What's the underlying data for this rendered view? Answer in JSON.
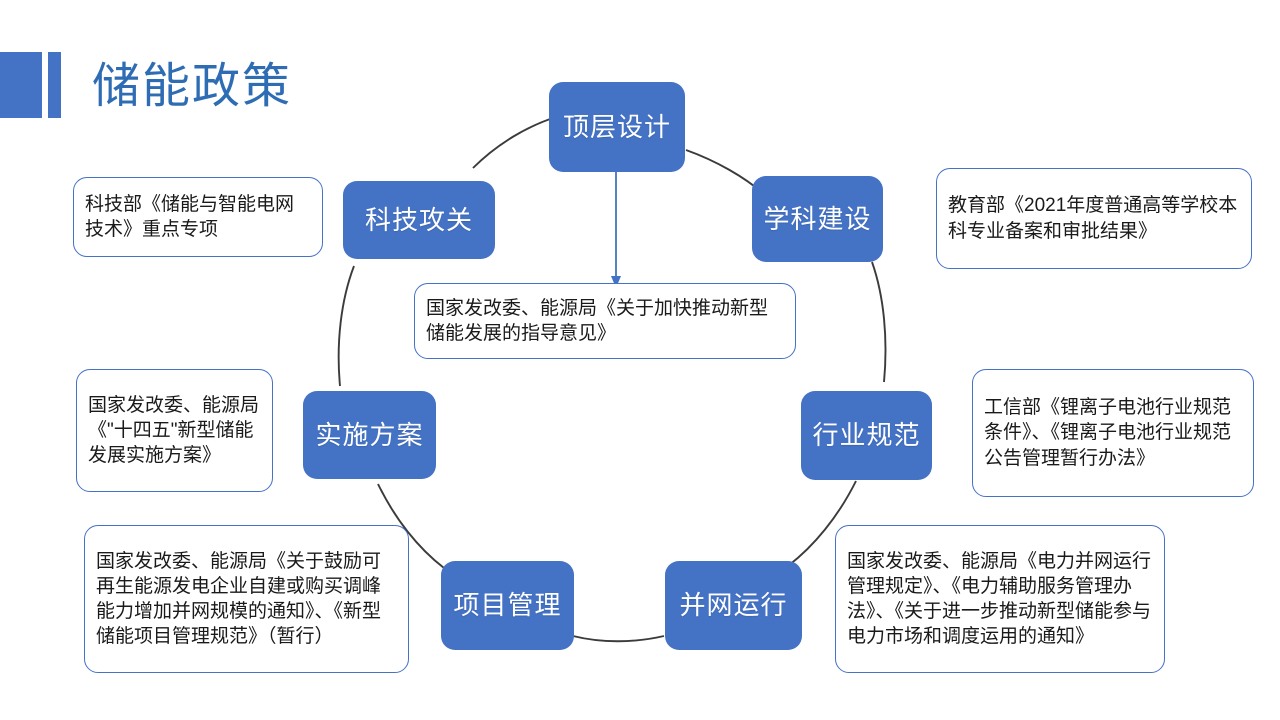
{
  "slide": {
    "title": "储能政策",
    "accent_color": "#4472C4",
    "title_color": "#2E6CB4",
    "background": "#ffffff"
  },
  "diagram": {
    "type": "cycle-diagram",
    "center_note": {
      "text": "国家发改委、能源局《关于加快推动新型储能发展的指导意见》"
    },
    "nodes": [
      {
        "id": "top-level-design",
        "label": "顶层设计"
      },
      {
        "id": "discipline-construction",
        "label": "学科建设"
      },
      {
        "id": "industry-standards",
        "label": "行业规范"
      },
      {
        "id": "grid-connection-operation",
        "label": "并网运行"
      },
      {
        "id": "project-management",
        "label": "项目管理"
      },
      {
        "id": "implementation-plan",
        "label": "实施方案"
      },
      {
        "id": "technology-research",
        "label": "科技攻关"
      }
    ],
    "callouts": [
      {
        "id": "callout-technology-research",
        "for": "科技攻关",
        "text": "科技部《储能与智能电网技术》重点专项"
      },
      {
        "id": "callout-discipline-construction",
        "for": "学科建设",
        "text": "教育部《2021年度普通高等学校本科专业备案和审批结果》"
      },
      {
        "id": "callout-implementation-plan",
        "for": "实施方案",
        "text": "国家发改委、能源局《\"十四五\"新型储能发展实施方案》"
      },
      {
        "id": "callout-industry-standards",
        "for": "行业规范",
        "text": "工信部《锂离子电池行业规范条件》、《锂离子电池行业规范公告管理暂行办法》"
      },
      {
        "id": "callout-project-management",
        "for": "项目管理",
        "text": "国家发改委、能源局《关于鼓励可再生能源发电企业自建或购买调峰能力增加并网规模的通知》、《新型储能项目管理规范》（暂行）"
      },
      {
        "id": "callout-grid-connection-operation",
        "for": "并网运行",
        "text": "国家发改委、能源局《电力并网运行管理规定》、《电力辅助服务管理办法》、《关于进一步推动新型储能参与电力市场和调度运用的通知》"
      }
    ]
  }
}
